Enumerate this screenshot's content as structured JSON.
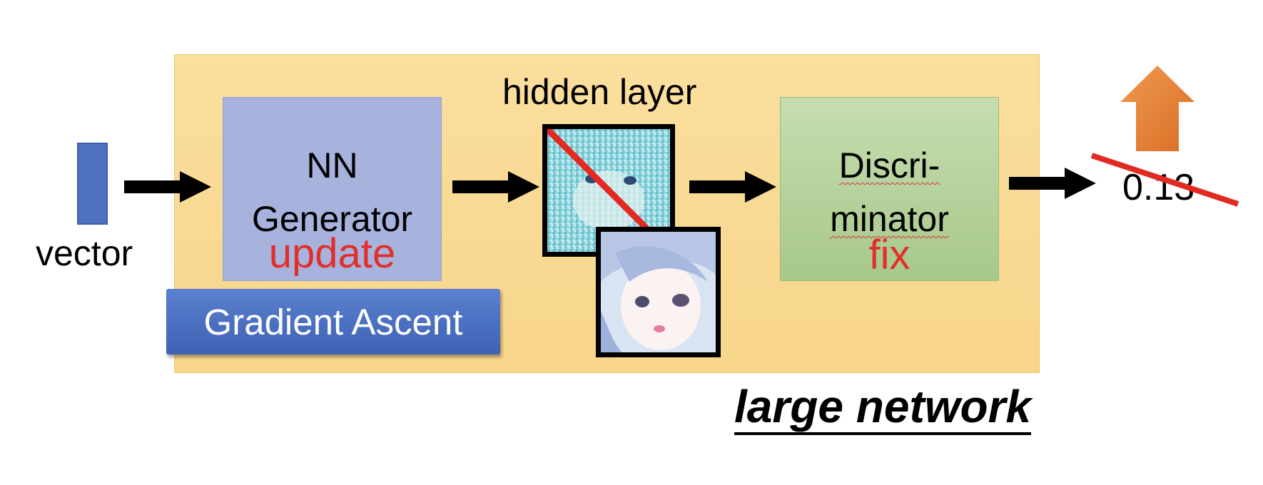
{
  "diagram": {
    "input_label": "vector",
    "generator": {
      "title_line1": "NN",
      "title_line2": "Generator",
      "status": "update"
    },
    "hidden_layer_label": "hidden layer",
    "discriminator": {
      "title_line1": "Discri-",
      "title_line2": "minator",
      "status": "fix"
    },
    "output_score": "0.13",
    "method_button": "Gradient Ascent",
    "caption": "large network",
    "colors": {
      "box_bg": "#f9d993",
      "generator_bg": "#a7b3dd",
      "discriminator_bg": "#b5d39b",
      "vector_bar": "#4f72c0",
      "button_bg": "#4a6cc0",
      "red_text": "#e12f2a",
      "up_arrow": "#e8823c"
    },
    "icons": [
      "right-arrow-icon",
      "up-arrow-icon",
      "strike-line-icon"
    ]
  }
}
